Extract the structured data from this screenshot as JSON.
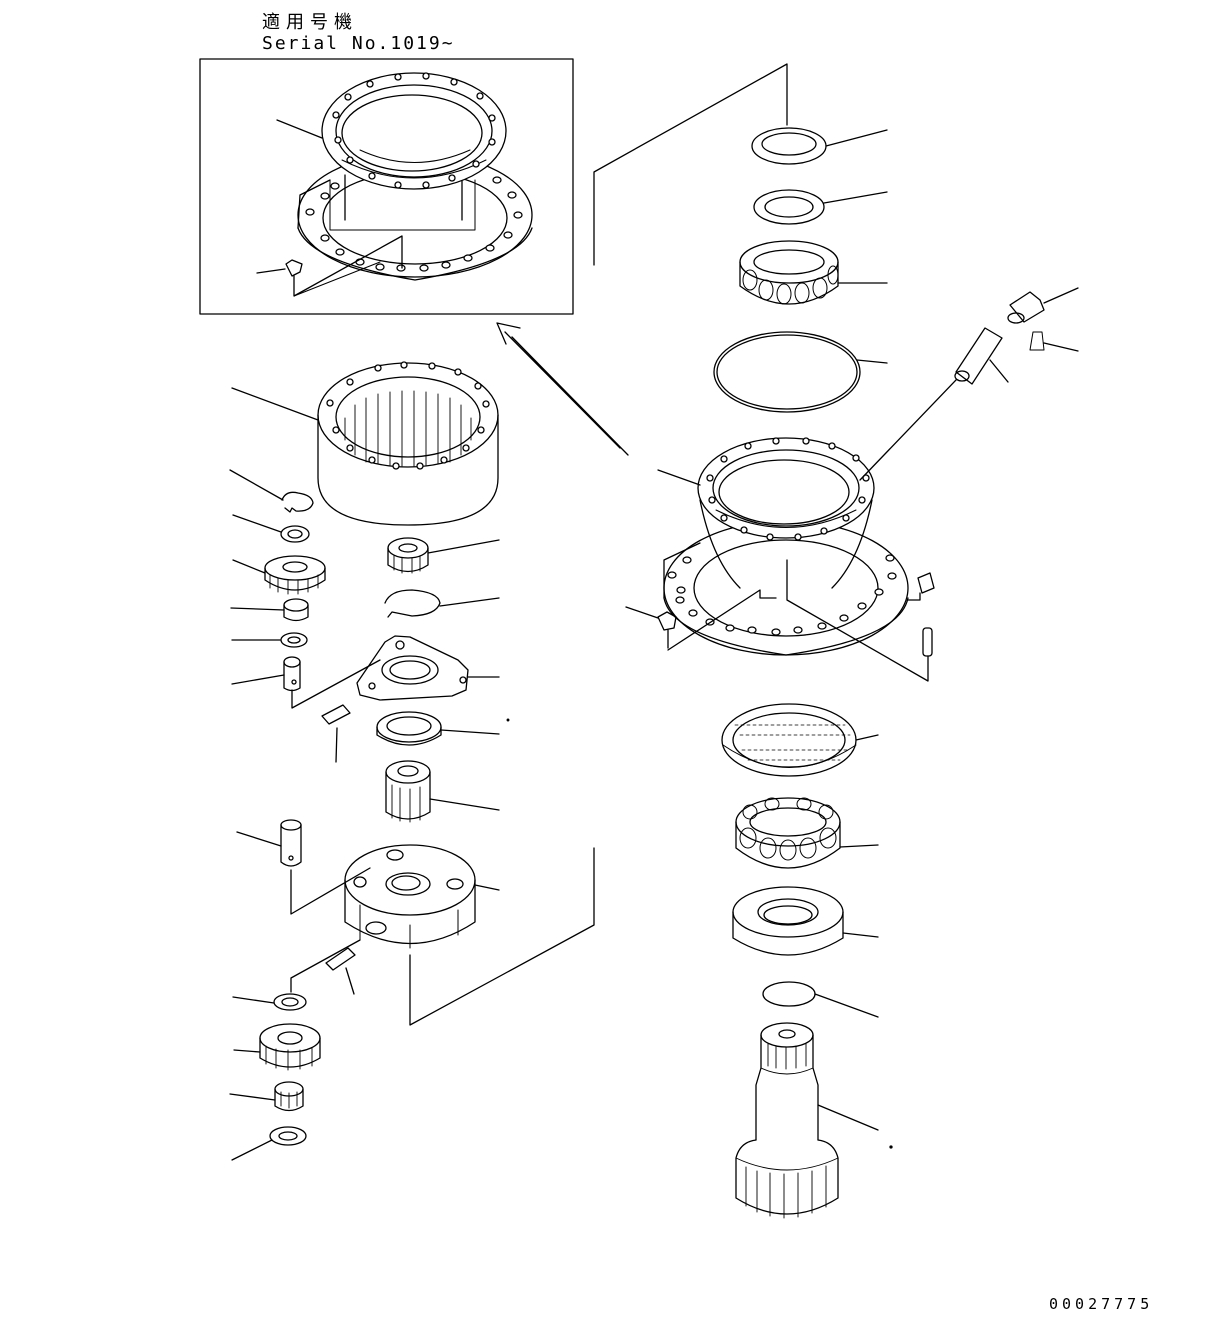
{
  "header": {
    "applicable_model_label": "適用号機",
    "serial_label": "Serial No.1019~"
  },
  "drawing_number": "00027775"
}
